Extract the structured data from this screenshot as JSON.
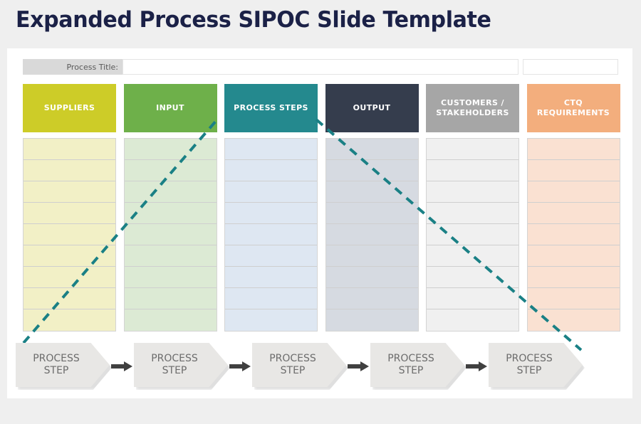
{
  "page": {
    "title": "Expanded Process SIPOC Slide Template",
    "background_color": "#efefef",
    "card_color": "#ffffff",
    "title_color": "#1b2147"
  },
  "title_row": {
    "label": "Process Title:",
    "value": "",
    "placeholder": "",
    "extra_value": "",
    "label_bg": "#d9d9d9"
  },
  "columns": [
    {
      "key": "suppliers",
      "header": "SUPPLIERS",
      "header_color": "#cdcc28",
      "body_color": "#f2f0c6",
      "rows": [
        "",
        "",
        "",
        "",
        "",
        "",
        "",
        "",
        ""
      ]
    },
    {
      "key": "input",
      "header": "INPUT",
      "header_color": "#6eb04a",
      "body_color": "#dcead4",
      "rows": [
        "",
        "",
        "",
        "",
        "",
        "",
        "",
        "",
        ""
      ]
    },
    {
      "key": "process-steps",
      "header": "PROCESS STEPS",
      "header_color": "#24898e",
      "body_color": "#dee7f2",
      "rows": [
        "",
        "",
        "",
        "",
        "",
        "",
        "",
        "",
        ""
      ]
    },
    {
      "key": "output",
      "header": "OUTPUT",
      "header_color": "#353d4d",
      "body_color": "#d6dae1",
      "rows": [
        "",
        "",
        "",
        "",
        "",
        "",
        "",
        "",
        ""
      ]
    },
    {
      "key": "customers-stakeholders",
      "header": "CUSTOMERS /\nSTAKEHOLDERS",
      "header_color": "#a6a6a6",
      "body_color": "#f0f0f0",
      "rows": [
        "",
        "",
        "",
        "",
        "",
        "",
        "",
        "",
        ""
      ]
    },
    {
      "key": "ctq-requirements",
      "header": "CTQ\nREQUIREMENTS",
      "header_color": "#f3ae7d",
      "body_color": "#fae1d2",
      "rows": [
        "",
        "",
        "",
        "",
        "",
        "",
        "",
        "",
        ""
      ]
    }
  ],
  "diagonals": {
    "color": "#1a8085",
    "ascending_label": "ascending-dashed-connector",
    "descending_label": "descending-dashed-connector"
  },
  "process_steps": {
    "step_label": "PROCESS\nSTEP",
    "steps": [
      {
        "label": "PROCESS\nSTEP"
      },
      {
        "label": "PROCESS\nSTEP"
      },
      {
        "label": "PROCESS\nSTEP"
      },
      {
        "label": "PROCESS\nSTEP"
      },
      {
        "label": "PROCESS\nSTEP"
      }
    ],
    "chevron_color": "#e8e7e5",
    "text_color": "#6c6c6c",
    "arrow_color": "#404040"
  }
}
